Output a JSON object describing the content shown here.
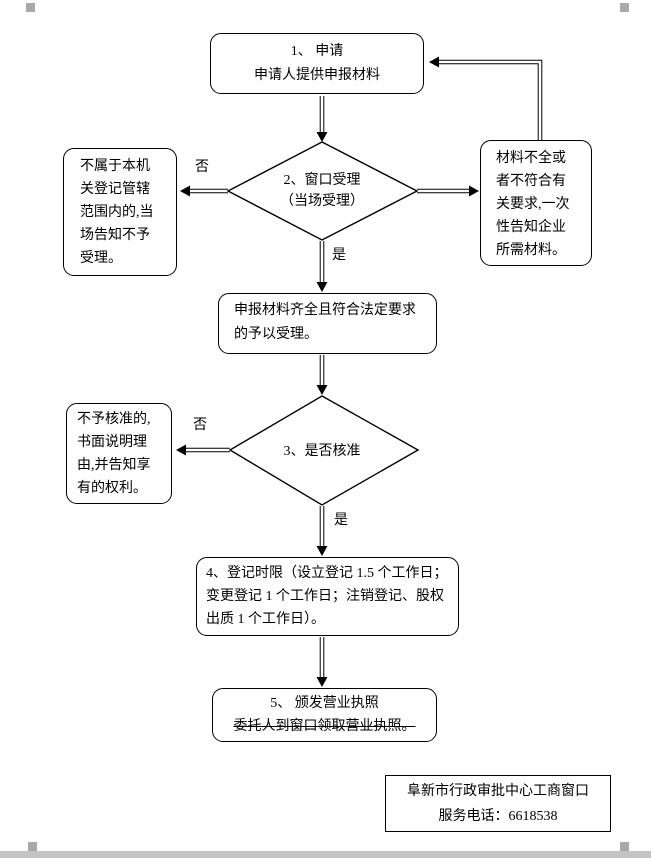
{
  "colors": {
    "line": "#000000",
    "background": "#ffffff",
    "page_edge": "#bdbdbd"
  },
  "flowchart": {
    "step1": {
      "lines": [
        "1、 申请",
        "申请人提供申报材料"
      ]
    },
    "decision1": {
      "lines": [
        "2、窗口受理",
        "（当场受理）"
      ]
    },
    "no_jurisdiction": {
      "lines": [
        "不属于本机",
        "关登记管辖",
        "范围内的,当",
        "场告知不予",
        "受理。"
      ]
    },
    "incomplete_materials": {
      "lines": [
        "材料不全或",
        "者不符合有",
        "关要求,一次",
        "性告知企业",
        "所需材料。"
      ]
    },
    "accepted": {
      "lines": [
        "申报材料齐全且符合法定要求",
        "的予以受理。"
      ]
    },
    "decision2": {
      "label": "3、是否核准"
    },
    "not_approved": {
      "lines": [
        "不予核准的,",
        "书面说明理",
        "由,并告知享",
        "有的权利。"
      ]
    },
    "time_limit": {
      "lines": [
        "4、登记时限（设立登记 1.5 个工作日；",
        "变更登记 1 个工作日；注销登记、股权",
        "出质 1 个工作日）。"
      ]
    },
    "issue_license": {
      "lines": [
        "5、 颁发营业执照",
        "委托人到窗口领取营业执照。"
      ]
    },
    "branch_labels": {
      "no1": "否",
      "yes1": "是",
      "no2": "否",
      "yes2": "是"
    }
  },
  "footer": {
    "lines": [
      "阜新市行政审批中心工商窗口",
      "服务电话：6618538"
    ]
  }
}
